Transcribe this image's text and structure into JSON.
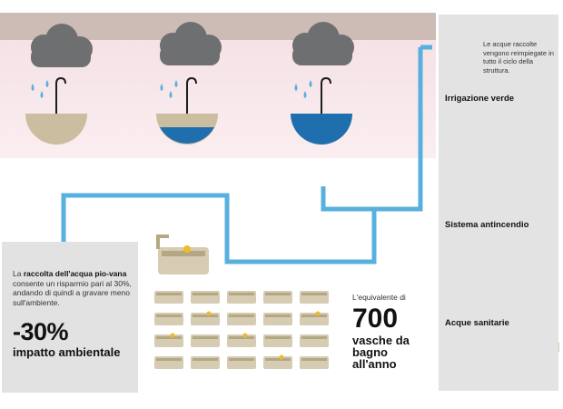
{
  "left_panel": {
    "text_before": "La ",
    "text_bold": "raccolta dell'acqua pio-vana",
    "text_after": " consente un risparmio pari al 30%, andando di quindi a gravare meno sull'ambiente.",
    "percent": "-30%",
    "impact_label": "impatto ambientale"
  },
  "right_panel": {
    "note": "Le acque raccolte vengono reimpiegate in tutto il ciclo della struttura.",
    "sections": [
      {
        "title": "Irrigazione verde"
      },
      {
        "title": "Sistema antincendio"
      },
      {
        "title": "Acque sanitarie"
      }
    ]
  },
  "center": {
    "caption": "L'equivalente di",
    "number": "700",
    "unit": "vasche da bagno all'anno"
  },
  "umbrellas": [
    {
      "fill_level": 0.0
    },
    {
      "fill_level": 0.4
    },
    {
      "fill_level": 1.0
    }
  ],
  "colors": {
    "water_blue": "#1f6faf",
    "pipe_blue": "#58b0de",
    "sand": "#cbbd9f",
    "cloud": "#6e6f70"
  }
}
